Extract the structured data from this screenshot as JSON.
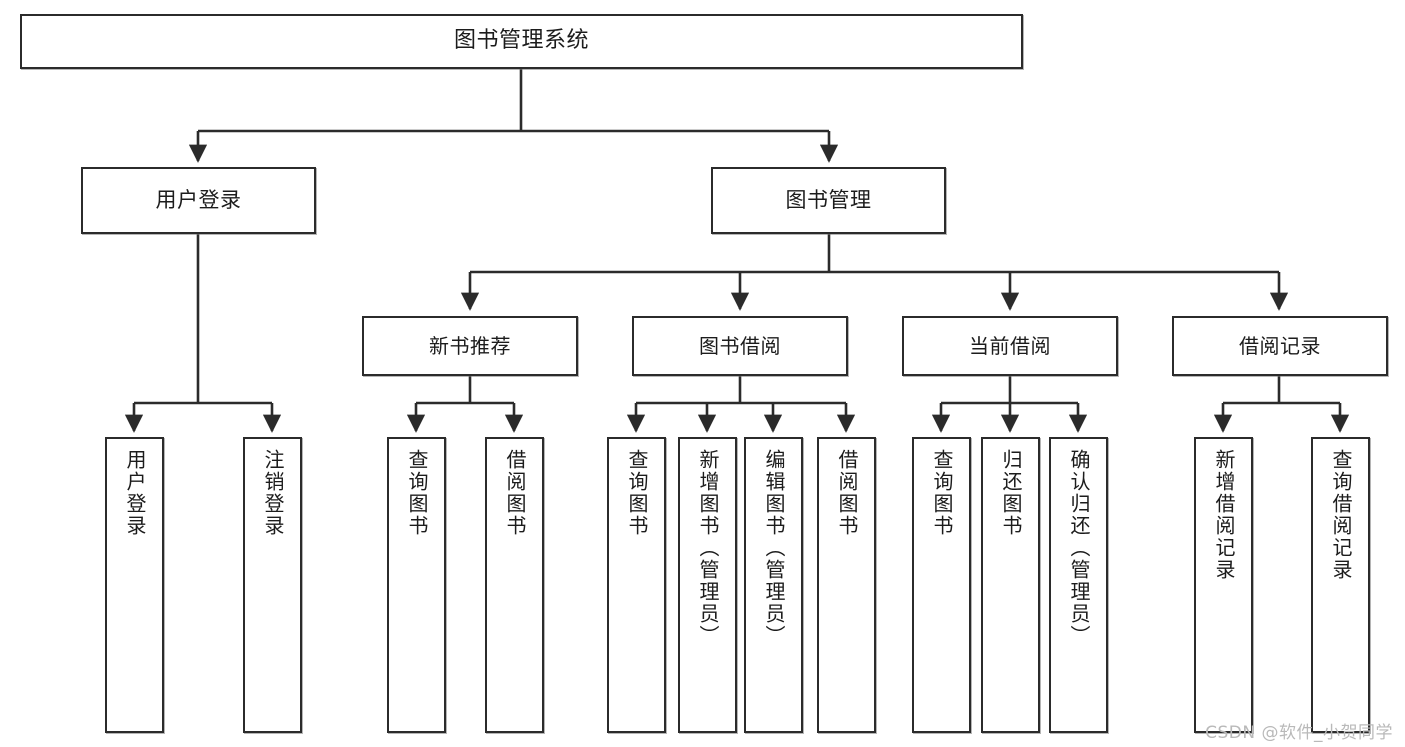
{
  "diagram": {
    "title": "图书管理系统",
    "type": "tree",
    "watermark": "CSDN @软件_小贺同学",
    "colors": {
      "box_border": "#2b2b2b",
      "box_fill": "#ffffff",
      "edge": "#2b2b2b",
      "text": "#1c1c1c",
      "watermark": "#b9b9b9"
    },
    "nodes": {
      "root": {
        "label": "图书管理系统",
        "level": 1
      },
      "user_login": {
        "label": "用户登录",
        "level": 2
      },
      "book_manage": {
        "label": "图书管理",
        "level": 2
      },
      "new_book_rec": {
        "label": "新书推荐",
        "level": 3
      },
      "book_borrow": {
        "label": "图书借阅",
        "level": 3
      },
      "current_borrow": {
        "label": "当前借阅",
        "level": 3
      },
      "borrow_record": {
        "label": "借阅记录",
        "level": 3
      },
      "leaf_user_login": {
        "label": "用户登录",
        "level": 4
      },
      "leaf_logout": {
        "label": "注销登录",
        "level": 4
      },
      "leaf_query_book_1": {
        "label": "查询图书",
        "level": 4
      },
      "leaf_borrow_book_1": {
        "label": "借阅图书",
        "level": 4
      },
      "leaf_query_book_2": {
        "label": "查询图书",
        "level": 4
      },
      "leaf_add_book": {
        "label": "新增图书（管理员）",
        "level": 4
      },
      "leaf_edit_book": {
        "label": "编辑图书（管理员）",
        "level": 4
      },
      "leaf_borrow_book_2": {
        "label": "借阅图书",
        "level": 4
      },
      "leaf_query_book_3": {
        "label": "查询图书",
        "level": 4
      },
      "leaf_return_book": {
        "label": "归还图书",
        "level": 4
      },
      "leaf_confirm_return": {
        "label": "确认归还（管理员）",
        "level": 4
      },
      "leaf_add_record": {
        "label": "新增借阅记录",
        "level": 4
      },
      "leaf_query_record": {
        "label": "查询借阅记录",
        "level": 4
      }
    },
    "edges": [
      {
        "from": "root",
        "to": "user_login"
      },
      {
        "from": "root",
        "to": "book_manage"
      },
      {
        "from": "user_login",
        "to": "leaf_user_login"
      },
      {
        "from": "user_login",
        "to": "leaf_logout"
      },
      {
        "from": "book_manage",
        "to": "new_book_rec"
      },
      {
        "from": "book_manage",
        "to": "book_borrow"
      },
      {
        "from": "book_manage",
        "to": "current_borrow"
      },
      {
        "from": "book_manage",
        "to": "borrow_record"
      },
      {
        "from": "new_book_rec",
        "to": "leaf_query_book_1"
      },
      {
        "from": "new_book_rec",
        "to": "leaf_borrow_book_1"
      },
      {
        "from": "book_borrow",
        "to": "leaf_query_book_2"
      },
      {
        "from": "book_borrow",
        "to": "leaf_add_book"
      },
      {
        "from": "book_borrow",
        "to": "leaf_edit_book"
      },
      {
        "from": "book_borrow",
        "to": "leaf_borrow_book_2"
      },
      {
        "from": "current_borrow",
        "to": "leaf_query_book_3"
      },
      {
        "from": "current_borrow",
        "to": "leaf_return_book"
      },
      {
        "from": "current_borrow",
        "to": "leaf_confirm_return"
      },
      {
        "from": "borrow_record",
        "to": "leaf_add_record"
      },
      {
        "from": "borrow_record",
        "to": "leaf_query_record"
      }
    ]
  }
}
